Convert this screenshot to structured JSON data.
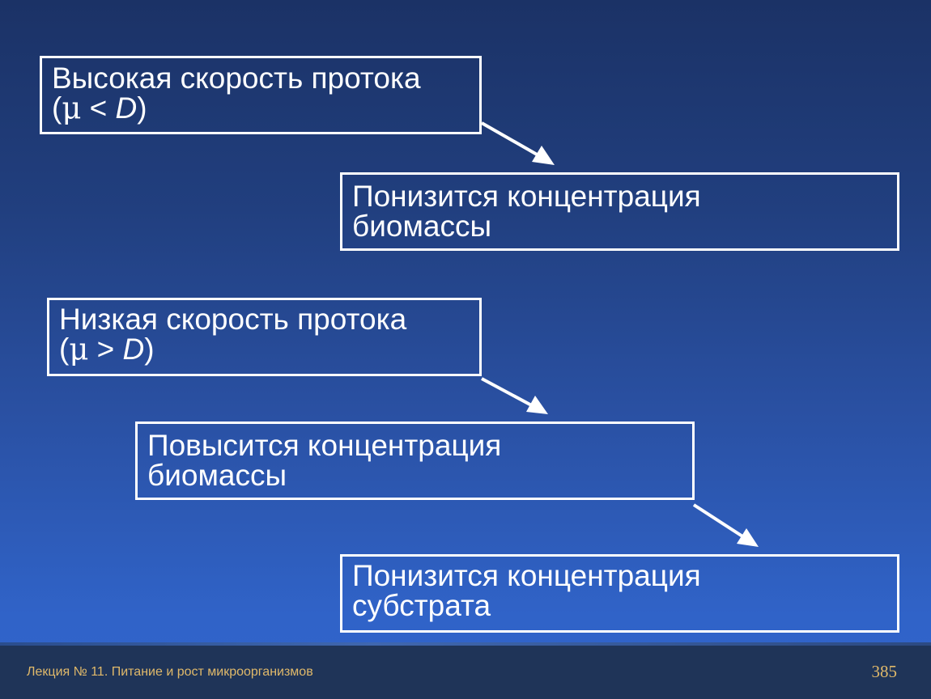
{
  "flow": {
    "high_flow": {
      "line1": "Высокая скорость протока",
      "open": "(",
      "mu": "μ",
      "op": " < ",
      "d": "D",
      "close": ")"
    },
    "high_result": {
      "line1": "Понизится концентрация",
      "line2": "биомассы"
    },
    "low_flow": {
      "line1": "Низкая скорость протока",
      "open": "(",
      "mu": "μ",
      "op": " > ",
      "d": "D",
      "close": ")"
    },
    "low_result_biomass": {
      "line1": "Повысится концентрация",
      "line2": "биомассы"
    },
    "low_result_substrate": {
      "line1": "Понизится концентрация",
      "line2": "субстрата"
    }
  },
  "footer": {
    "lecture": "Лекция № 11. Питание  и рост микроорганизмов",
    "page_number": "385"
  },
  "colors": {
    "background_top": "#1b3266",
    "background_bottom": "#3264cc",
    "box_border": "#ffffff",
    "text": "#ffffff",
    "footer_text": "#e0b96a"
  }
}
